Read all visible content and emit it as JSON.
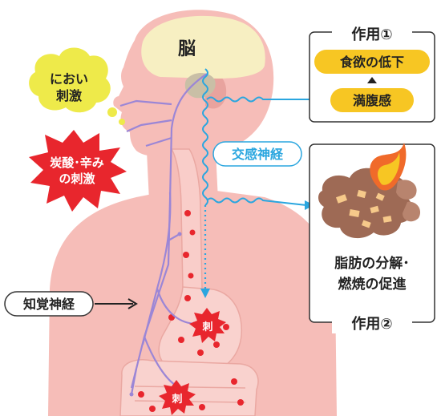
{
  "labels": {
    "brain": "脳",
    "smell_line1": "におい",
    "smell_line2": "刺激",
    "carbonic_line1": "炭酸･辛み",
    "carbonic_line2": "の刺激",
    "sympathetic": "交感神経",
    "sensory": "知覚神経",
    "stim1": "刺",
    "stim2": "刺"
  },
  "effect1": {
    "title": "作用①",
    "item1": "食欲の低下",
    "item2": "満腹感"
  },
  "effect2": {
    "title": "作用②",
    "line1": "脂肪の分解･",
    "line2": "燃焼の促進"
  },
  "colors": {
    "skin": "#f6bdb8",
    "brain": "#f7efc2",
    "nerve_purple": "#9b86d6",
    "sympathetic_blue": "#2aa6df",
    "highlight_yellow": "#f7c623",
    "starburst_red": "#e8262d",
    "smell_cloud": "#eeea4a",
    "fat_brown": "#9e6a55"
  }
}
